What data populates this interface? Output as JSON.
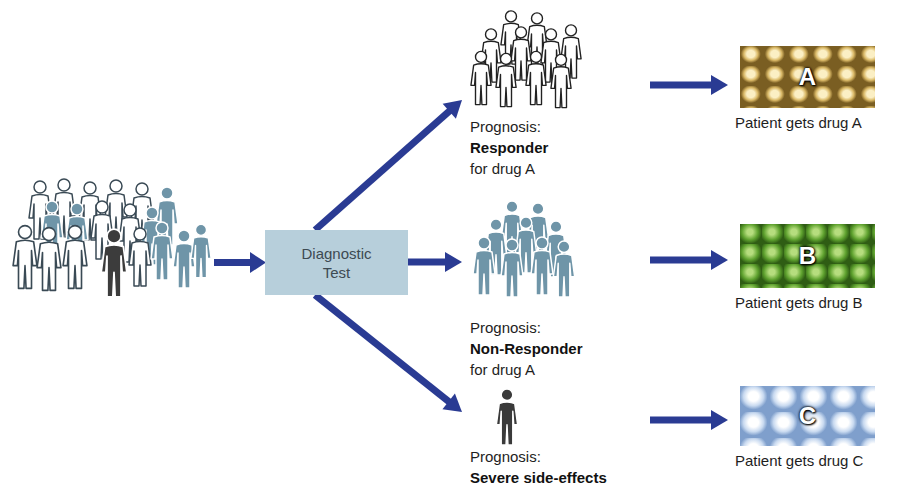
{
  "diagram": {
    "nodes": [
      {
        "text": [
          "Diagnostic Test"
        ]
      },
      {
        "text": [
          "Prognosis:",
          "Responder",
          "for drug A"
        ]
      },
      {
        "text": [
          "Prognosis:",
          "Non-Responder",
          "for drug A"
        ]
      },
      {
        "text": [
          "Prognosis:",
          "Severe side-effects"
        ]
      },
      {
        "text": [
          "A",
          "Patient gets drug A"
        ]
      },
      {
        "text": [
          "B",
          "Patient gets drug B"
        ]
      },
      {
        "text": [
          "C",
          "Patient gets drug C"
        ]
      }
    ],
    "edges": [
      {
        "from": 0,
        "to": 1,
        "arrow": "to"
      },
      {
        "from": 0,
        "to": 2,
        "arrow": "to"
      },
      {
        "from": 0,
        "to": 3,
        "arrow": "to"
      },
      {
        "from": 1,
        "to": 4,
        "arrow": "to"
      },
      {
        "from": 2,
        "to": 5,
        "arrow": "to"
      },
      {
        "from": 3,
        "to": 6,
        "arrow": "to"
      }
    ]
  }
}
